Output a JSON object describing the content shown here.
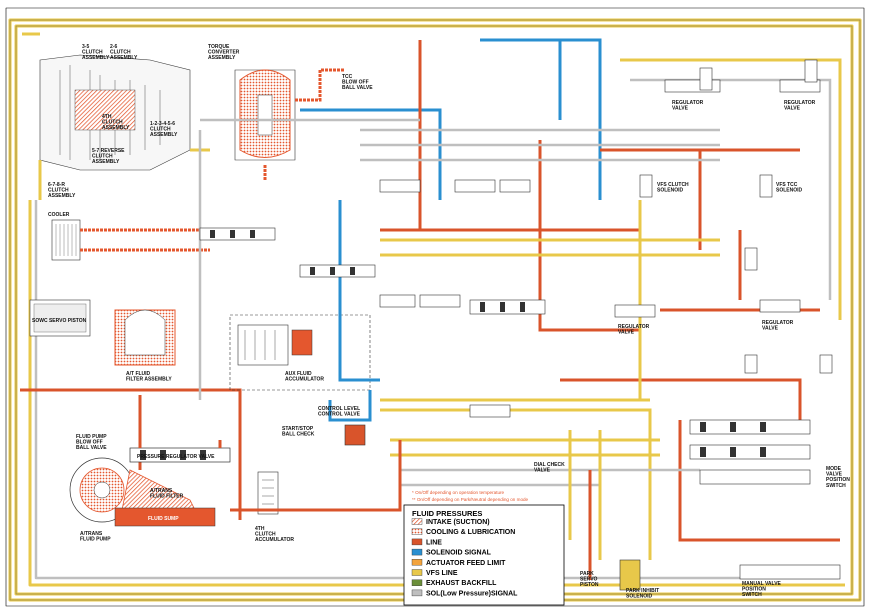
{
  "colors": {
    "intake": "#e4572e",
    "cooling": "#e4572e",
    "line": "#d9542b",
    "solenoid": "#2a8fd0",
    "actuator": "#f2a33c",
    "vfs": "#e8c84a",
    "exhaust": "#6b8f3a",
    "sol": "#bfbfbf",
    "valve": "#333333"
  },
  "labels": {
    "clutch_35": "3-5\nCLUTCH\nASSEMBLY",
    "clutch_26": "2-6\nCLUTCH\nASSEMBLY",
    "torque_converter": "TORQUE\nCONVERTER\nASSEMBLY",
    "tcc_blowoff": "TCC\nBLOW OFF\nBALL VALVE",
    "clutch_4th": "4TH\nCLUTCH\nASSEMBLY",
    "clutch_123456": "1-2-3-4-5-6\nCLUTCH\nASSEMBLY",
    "clutch_57_reverse": "5-7 REVERSE\nCLUTCH\nASSEMBLY",
    "clutch_678": "6-7-8-R\nCLUTCH\nASSEMBLY",
    "cooler": "COOLER",
    "servo_piston": "SOWC SERVO PISTON",
    "fluid_filter": "A/T FLUID\nFILTER ASSEMBLY",
    "aux_accumulator": "AUX FLUID\nACCUMULATOR",
    "clutch_4th_accum": "4TH\nCLUTCH\nACCUMULATOR",
    "fluid_pump_blowoff": "FLUID PUMP\nBLOW OFF\nBALL VALVE",
    "trans_filter": "A/TRANS\nFLUID FILTER",
    "trans_pump": "A/TRANS\nFLUID PUMP",
    "pressure_reg_valve": "PRESSURE REGULATOR VALVE",
    "fluid_sump": "FLUID SUMP",
    "start_stop_check": "START/STOP\nBALL CHECK",
    "level_control_valve": "CONTROL LEVEL\nCONTROL VALVE",
    "regulator_valve_a": "REGULATOR\nVALVE",
    "regulator_valve_b": "REGULATOR\nVALVE",
    "regulator_valve_c": "REGULATOR\nVALVE",
    "regulator_valve_d": "REGULATOR\nVALVE",
    "vfs_clutch_solenoid": "VFS CLUTCH\nSOLENOID",
    "vfs_tcc_solenoid": "VFS TCC\nSOLENOID",
    "park_servo": "PARK\nSERVO\nPISTON",
    "manual_valve": "MANUAL VALVE\nPOSITION\nSWITCH",
    "mode_valve_switch": "MODE\nVALVE\nPOSITION\nSWITCH",
    "dial_check": "DIAL CHECK\nVALVE",
    "park_inhibit": "PARK INHIBIT\nSOLENOID"
  },
  "notes": {
    "note1": "* On/Off depending on operation temperature",
    "note2": "** On/Off depending on Park/Neutral depending on mode"
  },
  "legend": {
    "title": "FLUID PRESSURES",
    "items": [
      {
        "label": "INTAKE (SUCTION)",
        "style": "intake"
      },
      {
        "label": "COOLING & LUBRICATION",
        "style": "cooling"
      },
      {
        "label": "LINE",
        "style": "line"
      },
      {
        "label": "SOLENOID SIGNAL",
        "style": "solenoid"
      },
      {
        "label": "ACTUATOR FEED LIMIT",
        "style": "actuator"
      },
      {
        "label": "VFS LINE",
        "style": "vfs"
      },
      {
        "label": "EXHAUST BACKFILL",
        "style": "exhaust"
      },
      {
        "label": "SOL(Low Pressure)SIGNAL",
        "style": "sol"
      }
    ]
  }
}
